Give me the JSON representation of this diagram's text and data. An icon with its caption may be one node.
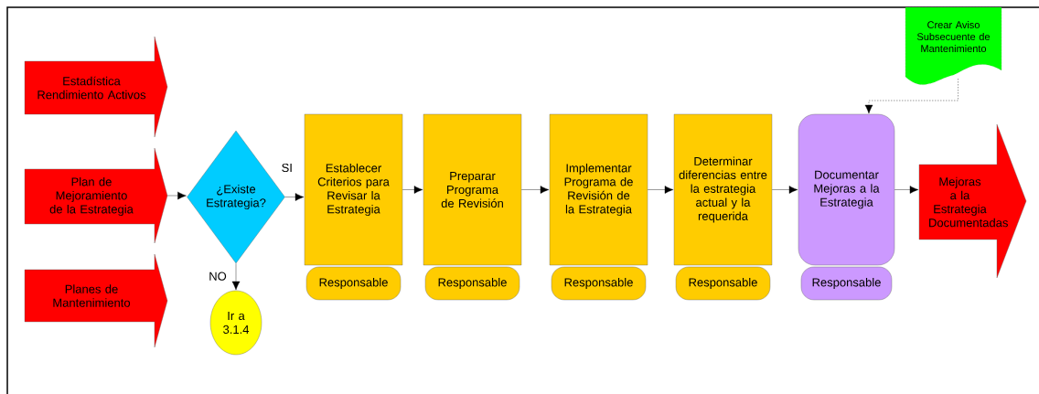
{
  "diagram": {
    "nodes": [
      {
        "text": [
          "Estadística Rendimiento Activos"
        ]
      },
      {
        "text": [
          "Plan de Mejoramiento de la Estrategia"
        ]
      },
      {
        "text": [
          "Planes de Mantenimiento"
        ]
      },
      {
        "text": [
          "¿Existe Estrategia?"
        ]
      },
      {
        "text": [
          "Ir a 3.1.4"
        ]
      },
      {
        "text": [
          "Establecer Criterios para Revisar la Estrategia"
        ]
      },
      {
        "text": [
          "Responsable"
        ]
      },
      {
        "text": [
          "Preparar Programa de Revisión"
        ]
      },
      {
        "text": [
          "Responsable"
        ]
      },
      {
        "text": [
          "Implementar Programa de Revisión de la Estrategia"
        ]
      },
      {
        "text": [
          "Responsable"
        ]
      },
      {
        "text": [
          "Determinar diferencias entre la estrategia actual y la requerida"
        ]
      },
      {
        "text": [
          "Responsable"
        ]
      },
      {
        "text": [
          "Crear Aviso Subsecuente de Mantenimiento"
        ]
      },
      {
        "text": [
          "Documentar Mejoras a la Estrategia"
        ]
      },
      {
        "text": [
          "Responsable"
        ]
      },
      {
        "text": [
          "Mejoras a la Estrategia Documentadas"
        ]
      }
    ],
    "edges": [
      {
        "from": 1,
        "to": 3,
        "arrow": "to"
      },
      {
        "from": 3,
        "to": 4,
        "arrow": "to",
        "label": "NO"
      },
      {
        "from": 3,
        "to": 5,
        "arrow": "to",
        "label": "SI"
      },
      {
        "from": 5,
        "to": 7,
        "arrow": "to"
      },
      {
        "from": 7,
        "to": 9,
        "arrow": "to"
      },
      {
        "from": 9,
        "to": 11,
        "arrow": "to"
      },
      {
        "from": 11,
        "to": 14,
        "arrow": "to"
      },
      {
        "from": 13,
        "to": 14,
        "arrow": "to",
        "style": "dashed"
      },
      {
        "from": 14,
        "to": 16,
        "arrow": "to"
      }
    ]
  }
}
